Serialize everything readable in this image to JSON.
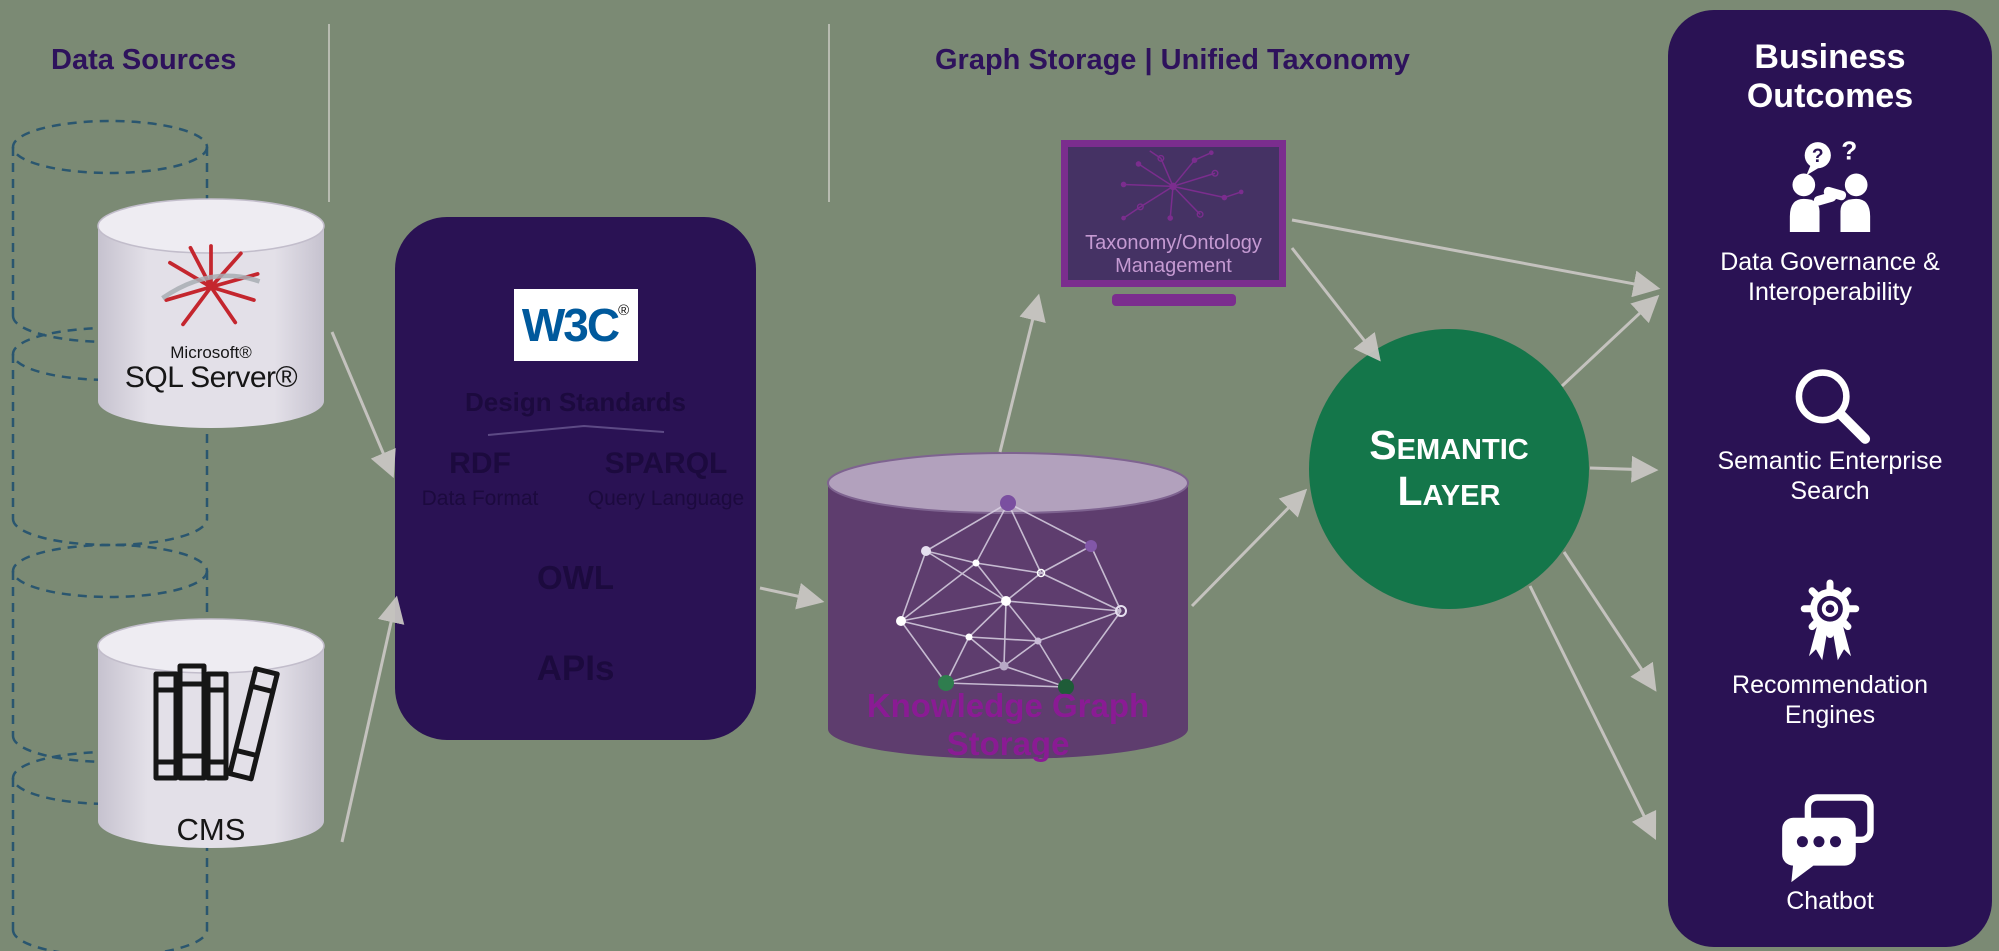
{
  "headings": {
    "data_sources": "Data Sources",
    "graph_storage": "Graph Storage | Unified Taxonomy"
  },
  "data_sources": {
    "sql_server": {
      "line1": "Microsoft®",
      "line2": "SQL Server®"
    },
    "cms": {
      "label": "CMS"
    }
  },
  "standards_box": {
    "logo": "W3C",
    "logo_reg": "®",
    "subtitle": "Design Standards",
    "rdf": "RDF",
    "rdf_caption": "Data Format",
    "sparql": "SPARQL",
    "sparql_caption": "Query Language",
    "owl": "OWL",
    "apis": "APIs"
  },
  "taxonomy_monitor": {
    "label": "Taxonomy/Ontology Management"
  },
  "knowledge_graph": {
    "label": "Knowledge Graph Storage"
  },
  "semantic_layer": {
    "line1": "Semantic",
    "line2": "Layer"
  },
  "business_outcomes": {
    "title": "Business Outcomes",
    "items": [
      {
        "icon": "people-question-icon",
        "label": "Data Governance & Interoperability"
      },
      {
        "icon": "search-icon",
        "label": "Semantic Enterprise Search"
      },
      {
        "icon": "gear-ribbon-icon",
        "label": "Recommendation Engines"
      },
      {
        "icon": "chat-bubbles-icon",
        "label": "Chatbot"
      }
    ]
  },
  "icon_glyphs": {
    "question_mark": "?"
  },
  "colors": {
    "background": "#7b8a74",
    "dark_purple": "#2a1254",
    "mid_purple": "#5e3d6e",
    "accent_purple": "#7b2d8e",
    "magenta_label": "#8a1b94",
    "green_circle": "#14764a",
    "arrow_gray": "#c8c5c2",
    "dashed_blue": "#2a566f",
    "w3c_blue": "#00599c",
    "sql_red": "#c4262e"
  }
}
